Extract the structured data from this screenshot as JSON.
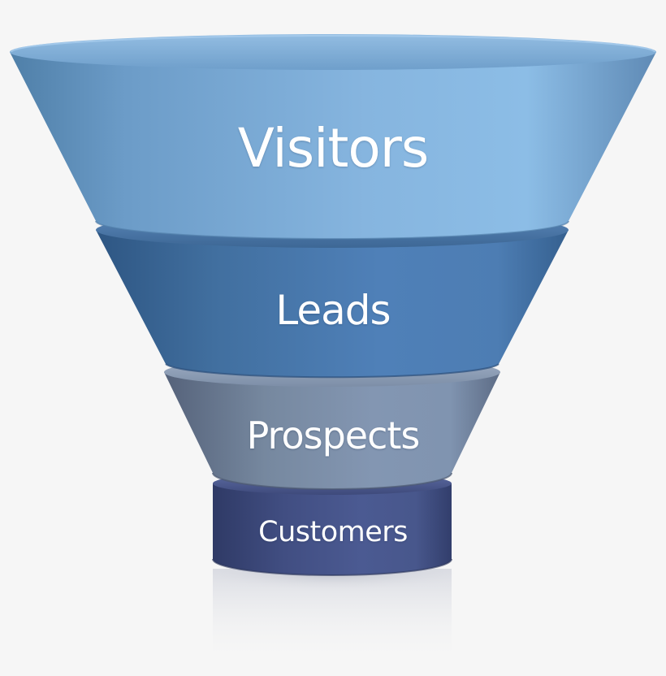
{
  "funnel": {
    "stages": [
      {
        "label": "Visitors",
        "color": "#86b5df"
      },
      {
        "label": "Leads",
        "color": "#4f80b8"
      },
      {
        "label": "Prospects",
        "color": "#7f93b0"
      },
      {
        "label": "Customers",
        "color": "#4b5a92"
      }
    ]
  }
}
